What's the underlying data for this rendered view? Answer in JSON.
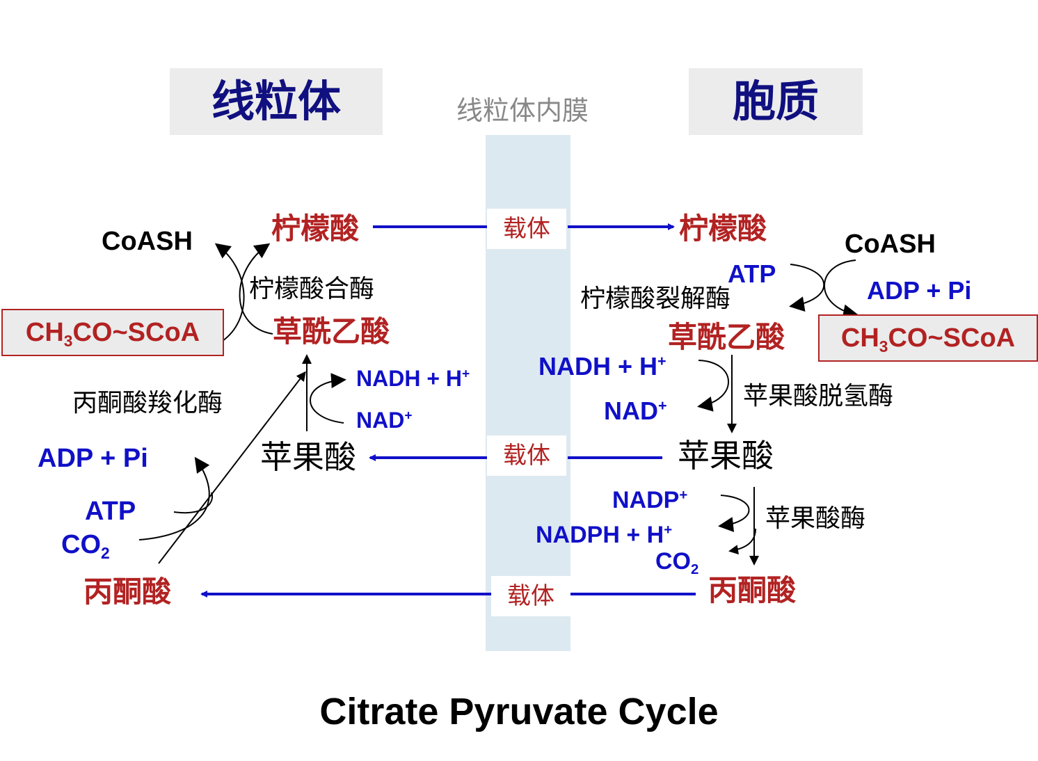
{
  "headers": {
    "left": "线粒体",
    "right": "胞质",
    "membrane": "线粒体内膜"
  },
  "carriers": {
    "top": "载体",
    "middle": "载体",
    "bottom": "载体"
  },
  "mito": {
    "citrate": "柠檬酸",
    "coash": "CoASH",
    "citrate_synthase": "柠檬酸合酶",
    "acetylcoa_pre": "CH",
    "acetylcoa_sub": "3",
    "acetylcoa_post": "CO~SCoA",
    "oxaloacetate": "草酰乙酸",
    "nadh_main": "NADH + H",
    "nadh_sup": "+",
    "nad_main": "NAD",
    "nad_sup": "+",
    "pyruvate_carboxylase": "丙酮酸羧化酶",
    "adp_pi": "ADP + Pi",
    "atp": "ATP",
    "co2_main": "CO",
    "co2_sub": "2",
    "malate": "苹果酸",
    "pyruvate": "丙酮酸"
  },
  "cyto": {
    "citrate": "柠檬酸",
    "coash": "CoASH",
    "atp": "ATP",
    "adp_pi": "ADP + Pi",
    "citrate_lyase": "柠檬酸裂解酶",
    "oxaloacetate": "草酰乙酸",
    "acetylcoa_pre": "CH",
    "acetylcoa_sub": "3",
    "acetylcoa_post": "CO~SCoA",
    "nadh_main": "NADH + H",
    "nadh_sup": "+",
    "nad_main": "NAD",
    "nad_sup": "+",
    "malate_dehydrogenase": "苹果酸脱氢酶",
    "malate": "苹果酸",
    "nadp_main": "NADP",
    "nadp_sup": "+",
    "nadph_main": "NADPH + H",
    "nadph_sup": "+",
    "co2_main": "CO",
    "co2_sub": "2",
    "malic_enzyme": "苹果酸酶",
    "pyruvate": "丙酮酸"
  },
  "footer": {
    "title": "Citrate Pyruvate Cycle"
  },
  "colors": {
    "compound_red": "#b22222",
    "cofactor_blue": "#1010c8",
    "header_navy": "#101080",
    "membrane_bg": "#dde9f1",
    "arrow_blue": "#1010c8"
  }
}
